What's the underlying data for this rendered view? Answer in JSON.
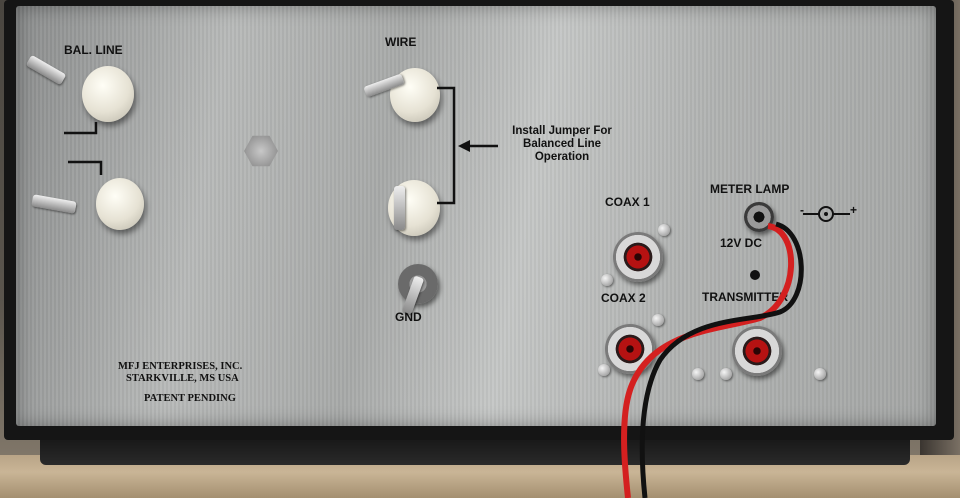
{
  "labels": {
    "bal_line": "BAL. LINE",
    "wire": "WIRE",
    "jumper_line1": "Install Jumper For",
    "jumper_line2": "Balanced Line",
    "jumper_line3": "Operation",
    "gnd": "GND",
    "coax1": "COAX 1",
    "coax2": "COAX 2",
    "meter_lamp": "METER LAMP",
    "voltage": "12V DC",
    "transmitter": "TRANSMITTER",
    "maker_line1": "MFJ ENTERPRISES, INC.",
    "maker_line2": "STARKVILLE, MS  USA",
    "patent": "PATENT PENDING",
    "polarity_minus": "-",
    "polarity_plus": "+"
  },
  "colors": {
    "panel": "#b5b7b6",
    "cabinet": "#151515",
    "connector_center": "#b51212",
    "insulator": "#f0ede2",
    "cable_red": "#d42020",
    "cable_black": "#111111"
  }
}
